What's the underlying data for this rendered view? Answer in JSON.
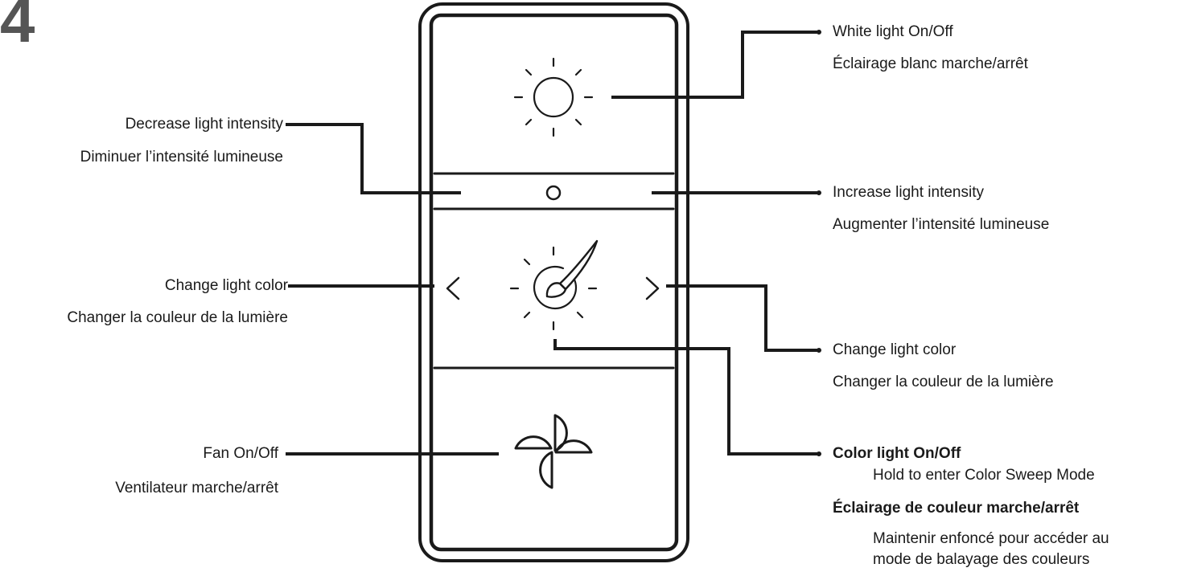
{
  "step_number": "4",
  "colors": {
    "ink": "#1a1a1a",
    "step_number": "#555555"
  },
  "icons": {
    "top_button": "sun-icon",
    "center_dot": "circle-indicator-icon",
    "left_arrow": "chevron-left-icon",
    "right_arrow": "chevron-right-icon",
    "middle_button": "paintbrush-sun-icon",
    "bottom_button": "fan-icon"
  },
  "labels": {
    "white_light": {
      "en": "White light On/Off",
      "fr": "Éclairage blanc marche/arrêt"
    },
    "decrease": {
      "en": "Decrease light intensity",
      "fr": "Diminuer l’intensité lumineuse"
    },
    "increase": {
      "en": "Increase light intensity",
      "fr": "Augmenter l’intensité lumineuse"
    },
    "color_left": {
      "en": "Change light color",
      "fr": "Changer la couleur de la lumière"
    },
    "color_right": {
      "en": "Change light color",
      "fr": "Changer la couleur de la lumière"
    },
    "color_onoff": {
      "en": "Color light On/Off",
      "en_hold": "Hold to enter Color Sweep Mode",
      "fr": "Éclairage de couleur marche/arrêt",
      "fr_hold_1": "Maintenir enfoncé pour accéder au",
      "fr_hold_2": "mode de balayage des couleurs"
    },
    "fan": {
      "en": "Fan On/Off",
      "fr": "Ventilateur marche/arrêt"
    }
  }
}
